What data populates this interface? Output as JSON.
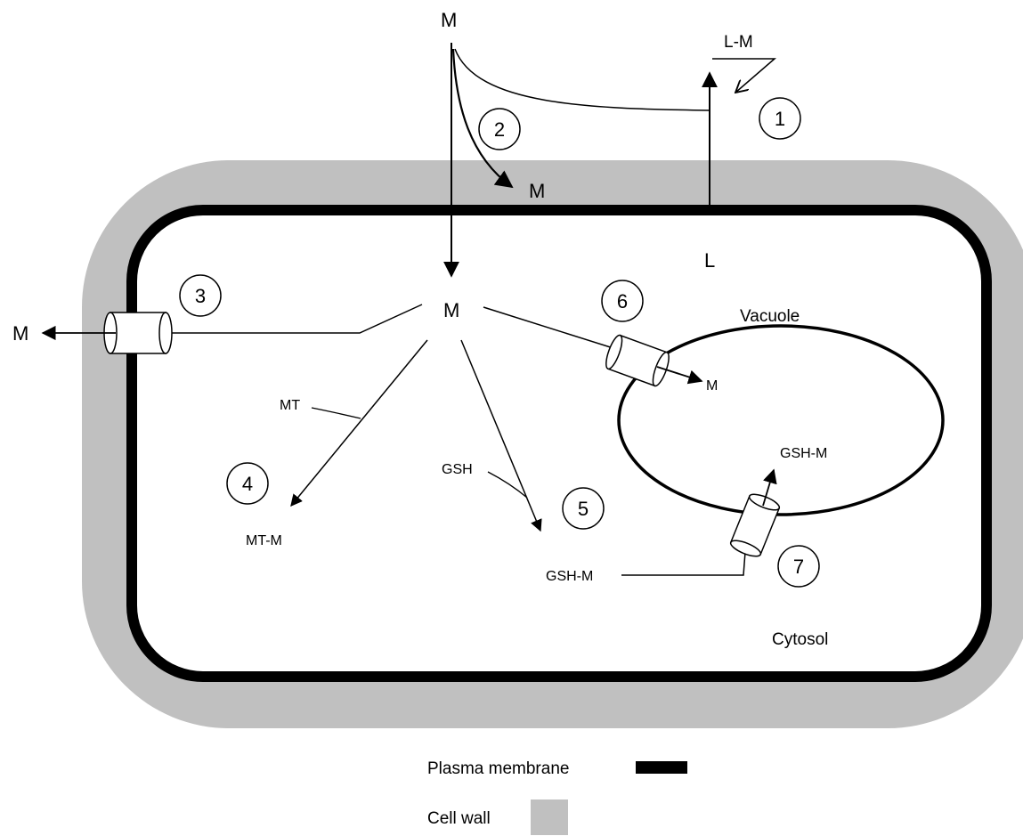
{
  "labels": {
    "m_top": "M",
    "l_m": "L-M",
    "m_cell_wall": "M",
    "l": "L",
    "m_center": "M",
    "m_out": "M",
    "vacuole": "Vacuole",
    "m_vacuole": "M",
    "gsh_m_vacuole": "GSH-M",
    "mt": "MT",
    "mt_m": "MT-M",
    "gsh": "GSH",
    "gsh_m": "GSH-M",
    "cytosol": "Cytosol"
  },
  "steps": [
    "1",
    "2",
    "3",
    "4",
    "5",
    "6",
    "7"
  ],
  "legend": {
    "plasma_membrane": "Plasma membrane",
    "cell_wall": "Cell wall"
  },
  "colors": {
    "cell_wall": "#c0c0c0",
    "plasma_membrane": "#000000",
    "background": "#ffffff"
  }
}
